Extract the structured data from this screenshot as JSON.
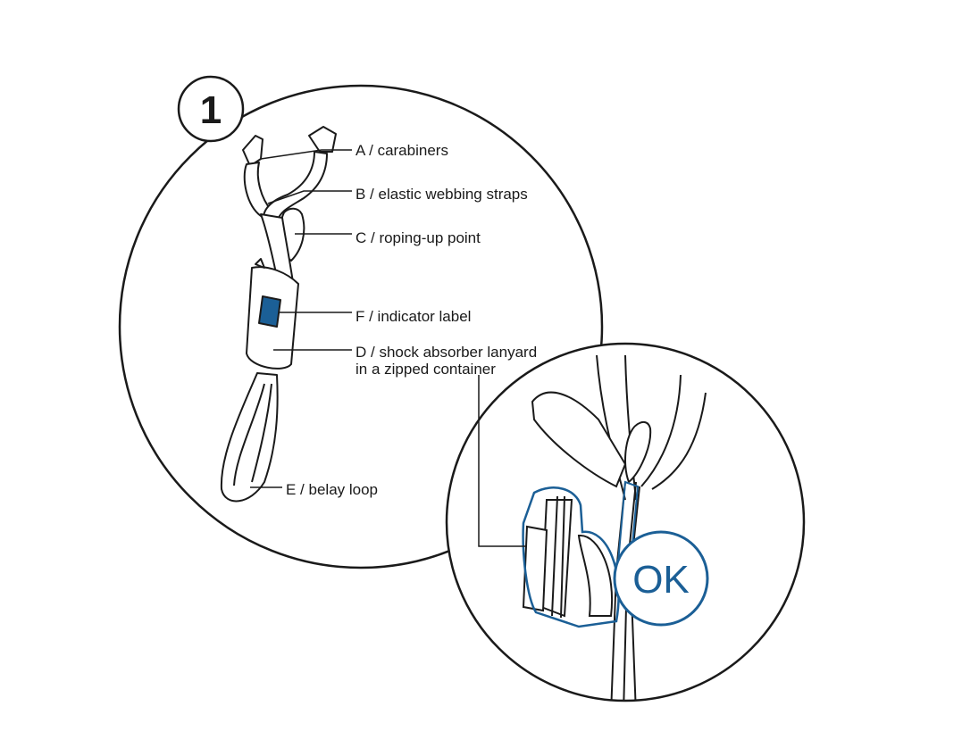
{
  "step": "1",
  "labels": {
    "a": "A / carabiners",
    "b": "B / elastic webbing straps",
    "c": "C / roping-up point",
    "f": "F / indicator label",
    "d1": "D / shock absorber lanyard",
    "d2": "in a zipped container",
    "e": "E / belay loop"
  },
  "inset_badge": "OK",
  "colors": {
    "ink": "#1a1a1a",
    "accent": "#1b5f96",
    "background": "#ffffff"
  }
}
